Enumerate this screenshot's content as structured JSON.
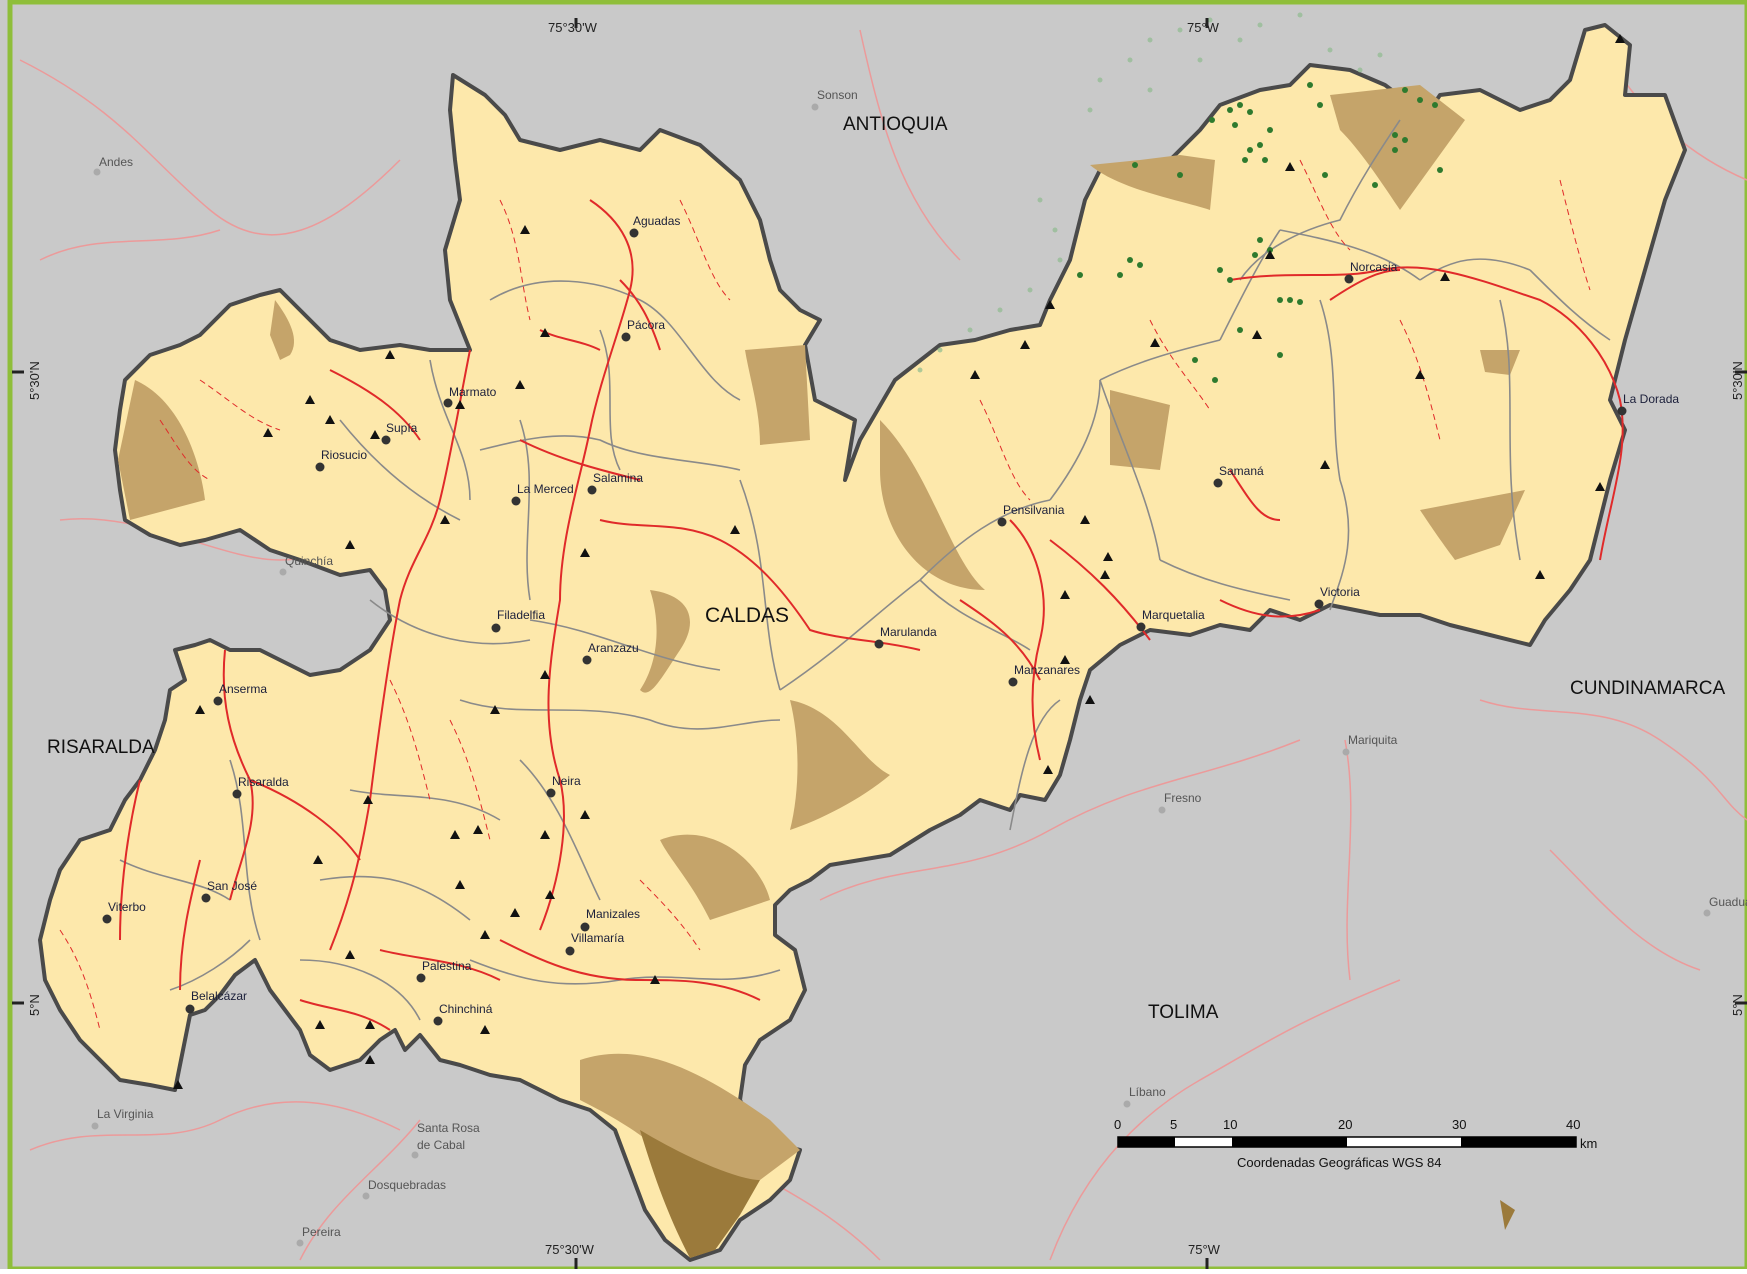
{
  "map": {
    "main_department": "CALDAS",
    "neighbor_departments": [
      "ANTIOQUIA",
      "RISARALDA",
      "CUNDINAMARCA",
      "TOLIMA"
    ],
    "coordinates": {
      "top": [
        "75°30'W",
        "75°W"
      ],
      "bottom": [
        "75°30'W",
        "75°W"
      ],
      "left": [
        "5°30'N",
        "5°N"
      ],
      "right": [
        "5°30'N",
        "5°N"
      ]
    },
    "municipal_seats": [
      "Aguadas",
      "Pácora",
      "Marmato",
      "Supía",
      "Riosucio",
      "La Merced",
      "Salamina",
      "Filadelfia",
      "Aranzazu",
      "Anserma",
      "Risaralda",
      "San José",
      "Viterbo",
      "Belalcázar",
      "Neira",
      "Manizales",
      "Villamaría",
      "Palestina",
      "Chinchiná",
      "Marulanda",
      "Pensilvania",
      "Manzanares",
      "Marquetalia",
      "Samaná",
      "Norcasia",
      "Victoria",
      "La Dorada"
    ],
    "external_towns": [
      "Sonson",
      "Andes",
      "Quinchía",
      "La Virginia",
      "Santa Rosa de Cabal",
      "Dosquebradas",
      "Pereira",
      "Mariquita",
      "Fresno",
      "Líbano",
      "Guaduas"
    ],
    "scale_bar": {
      "ticks": [
        "0",
        "5",
        "10",
        "20",
        "30",
        "40"
      ],
      "unit": "km",
      "caption": "Coordenadas Geográficas WGS 84"
    }
  },
  "colors": {
    "background": "#c9c9c9",
    "department_fill": "#fde8ab",
    "hotspot_light": "#c5a46a",
    "hotspot_dark": "#9b7a3b",
    "rivers": "#e02a2a",
    "roads": "#ec9a9a",
    "borders": "#4a4a4a",
    "frame": "#8fbe3a",
    "points": "#2e7a2e"
  }
}
